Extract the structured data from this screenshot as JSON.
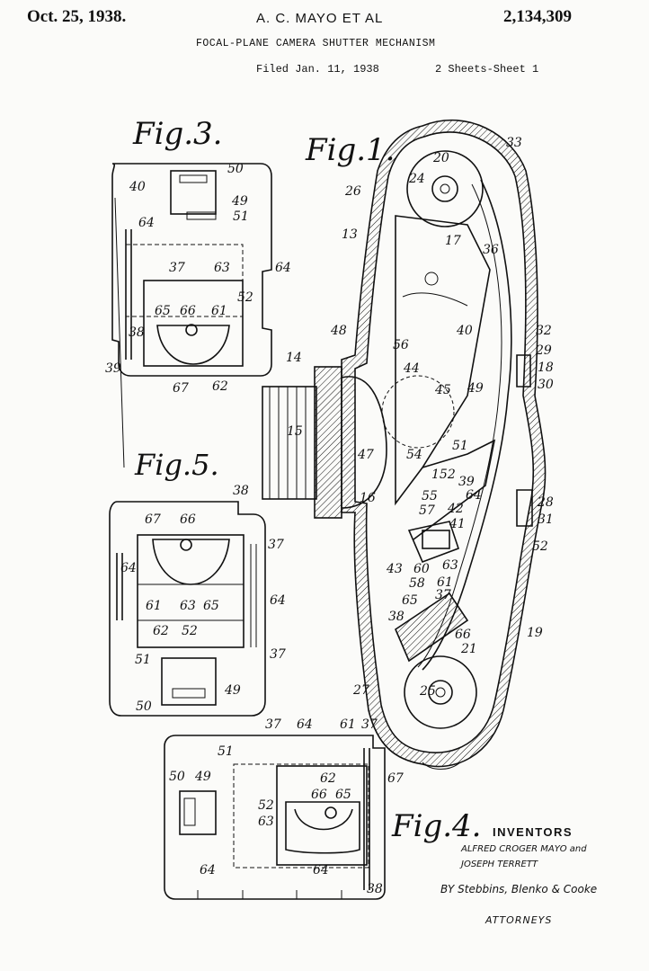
{
  "header": {
    "date": "Oct. 25, 1938.",
    "inventors_short": "A. C. MAYO ET AL",
    "patent_number": "2,134,309",
    "title": "FOCAL-PLANE CAMERA SHUTTER MECHANISM",
    "filed": "Filed Jan. 11, 1938",
    "sheets": "2 Sheets-Sheet 1"
  },
  "figures": {
    "fig1": "Fig.1.",
    "fig3": "Fig.3.",
    "fig4": "Fig.4.",
    "fig5": "Fig.5."
  },
  "signature_block": {
    "heading": "INVENTORS",
    "names": "ALFRED CROGER MAYO and",
    "names2": "JOSEPH TERRETT",
    "by_line": "BY Stebbins, Blenko & Cooke",
    "attorneys": "ATTORNEYS"
  },
  "reference_numerals": {
    "fig1": [
      "33",
      "20",
      "24",
      "26",
      "13",
      "17",
      "36",
      "48",
      "56",
      "40",
      "14",
      "44",
      "45",
      "49",
      "32",
      "29",
      "18",
      "30",
      "15",
      "47",
      "54",
      "51",
      "152",
      "39",
      "64",
      "16",
      "55",
      "57",
      "42",
      "41",
      "28",
      "31",
      "52",
      "43",
      "60",
      "63",
      "58",
      "61",
      "65",
      "37",
      "38",
      "19",
      "66",
      "21",
      "27",
      "25"
    ],
    "fig3": [
      "50",
      "40",
      "49",
      "51",
      "64",
      "37",
      "63",
      "64",
      "52",
      "65",
      "66",
      "61",
      "38",
      "39",
      "67",
      "62"
    ],
    "fig5": [
      "38",
      "67",
      "66",
      "37",
      "64",
      "61",
      "63",
      "65",
      "64",
      "62",
      "52",
      "51",
      "37",
      "49",
      "50"
    ],
    "fig4": [
      "37",
      "64",
      "61",
      "37",
      "51",
      "62",
      "67",
      "50",
      "49",
      "66",
      "65",
      "52",
      "63",
      "64",
      "64",
      "38"
    ]
  }
}
